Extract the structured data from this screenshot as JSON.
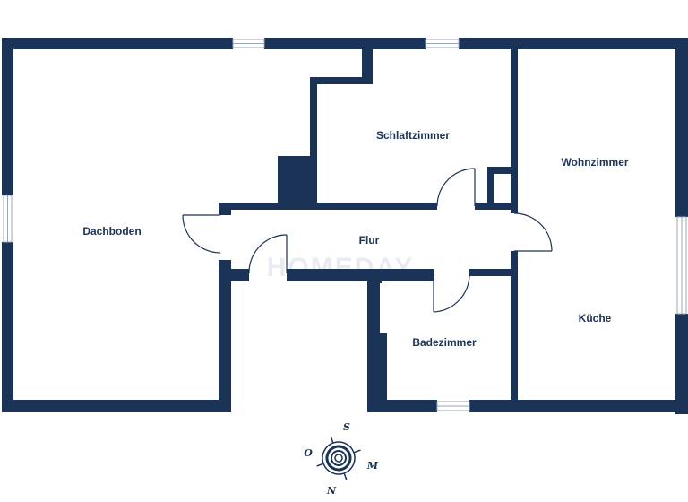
{
  "colors": {
    "wall": "#1b3356",
    "background": "#ffffff",
    "window": "#9aa7b8",
    "watermark": "#e8ecf2"
  },
  "rooms": {
    "dachboden": "Dachboden",
    "schlafzimmer": "Schlaftzimmer",
    "wohnzimmer": "Wohnzimmer",
    "flur": "Flur",
    "kueche": "Küche",
    "badezimmer": "Badezimmer"
  },
  "watermark": "HOMEDAY",
  "compass": {
    "north": "N",
    "south": "S",
    "east": "M",
    "west": "O",
    "icon": "compass-rose-icon"
  }
}
